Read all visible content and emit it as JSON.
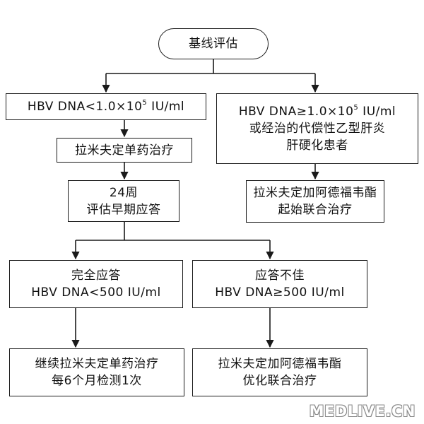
{
  "nodes": {
    "baseline": {
      "line1": "基线评估"
    },
    "low_dna": {
      "line1_pre": "HBV DNA<1.0×10",
      "line1_sup": "5",
      "line1_post": " IU/ml"
    },
    "high_dna": {
      "line1_pre": "HBV DNA≥1.0×10",
      "line1_sup": "5",
      "line1_post": " IU/ml",
      "line2": "或经治的代偿性乙型肝炎",
      "line3": "肝硬化患者"
    },
    "lam_mono": {
      "line1": "拉米夫定单药治疗"
    },
    "week24": {
      "line1": "24周",
      "line2": "评估早期应答"
    },
    "lam_adv_start": {
      "line1": "拉米夫定加阿德福韦酯",
      "line2": "起始联合治疗"
    },
    "complete": {
      "line1": "完全应答",
      "line2": "HBV DNA<500 IU/ml"
    },
    "poor": {
      "line1": "应答不佳",
      "line2": "HBV DNA≥500 IU/ml"
    },
    "continue": {
      "line1": "继续拉米夫定单药治疗",
      "line2": "每6个月检测1次"
    },
    "optimize": {
      "line1": "拉米夫定加阿德福韦酯",
      "line2": "优化联合治疗"
    }
  },
  "watermark": "MEDLIVE.CN",
  "colors": {
    "line": "#1a1a1a",
    "background": "#ffffff"
  }
}
